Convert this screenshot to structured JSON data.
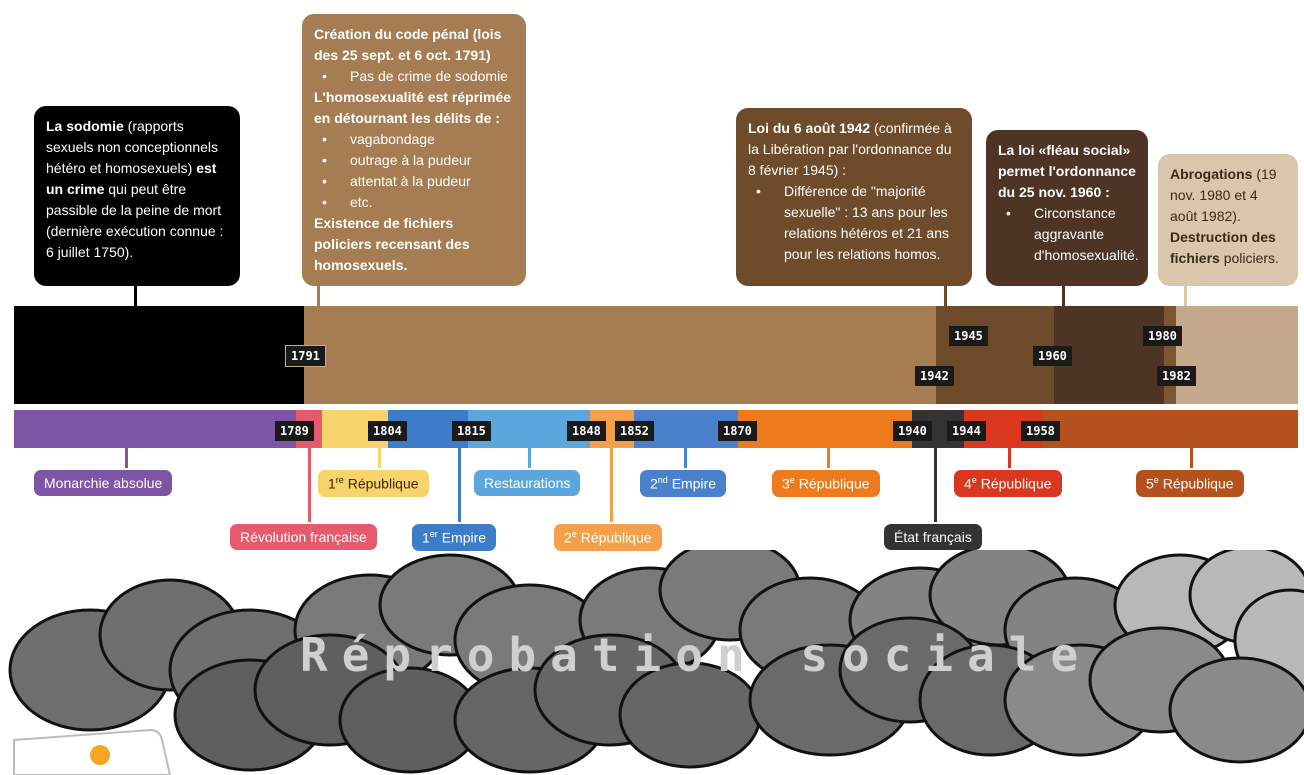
{
  "callouts": {
    "sodomie": {
      "title": "La sodomie",
      "text1": " (rapports sexuels non conceptionnels hétéro et homosexuels) ",
      "bold2": "est un crime",
      "text2": " qui peut être passible de la peine de mort (dernière exécution connue : 6 juillet 1750)."
    },
    "code_penal": {
      "title": "Création du code pénal (lois des 25 sept. et 6 oct. 1791)",
      "item1": "Pas de crime de sodomie",
      "subtitle": "L'homosexualité est réprimée en détournant les délits de :",
      "items": [
        "vagabondage",
        "outrage à la pudeur",
        "attentat à la pudeur",
        "etc."
      ],
      "footer": "Existence de fichiers policiers recensant des homosexuels."
    },
    "loi_1942": {
      "title": "Loi du 6 août 1942",
      "text": " (confirmée à la Libération par l'ordonnance du 8 février 1945) :",
      "item": "Différence de \"majorité sexuelle\" : 13 ans pour les relations hétéros et 21 ans pour les relations homos."
    },
    "fleau": {
      "title": "La loi «fléau social» permet l'ordonnance du 25 nov. 1960 :",
      "item": "Circonstance aggravante d'homosexualité."
    },
    "abrogations": {
      "title": "Abrogations",
      "text": " (19 nov. 1980 et 4 août 1982). ",
      "bold2": "Destruction des fichiers",
      "text2": " policiers."
    }
  },
  "legal_years": [
    "1791",
    "1945",
    "1942",
    "1960",
    "1980",
    "1982"
  ],
  "regime_years": [
    "1789",
    "1804",
    "1815",
    "1848",
    "1852",
    "1870",
    "1940",
    "1944",
    "1958"
  ],
  "regimes": [
    "Monarchie absolue",
    "1re République",
    "Restaurations",
    "2nd Empire",
    "3e République",
    "4e République",
    "5e République",
    "Révolution française",
    "1er Empire",
    "2e République",
    "État français"
  ],
  "regime_labels": {
    "r1": {
      "num": "1",
      "sup": "re",
      "rest": " République"
    },
    "r2nd": {
      "num": "2",
      "sup": "nd",
      "rest": " Empire"
    },
    "r3": {
      "num": "3",
      "sup": "e",
      "rest": " République"
    },
    "r4": {
      "num": "4",
      "sup": "e",
      "rest": " République"
    },
    "r5": {
      "num": "5",
      "sup": "e",
      "rest": " République"
    },
    "e1": {
      "num": "1",
      "sup": "er",
      "rest": " Empire"
    },
    "r2": {
      "num": "2",
      "sup": "e",
      "rest": " République"
    }
  },
  "plain_labels": {
    "monarchie": "Monarchie absolue",
    "restaurations": "Restaurations",
    "revolution": "Révolution française",
    "etat": "État français"
  },
  "cloud_title": "Réprobation sociale",
  "colors": {
    "black": "#000000",
    "brown": "#a67c52",
    "dark_brown": "#6e4b2a",
    "darker_brown": "#4e3425",
    "light_brown": "#c6a98b",
    "monarchie": "#7d55a4",
    "revolution": "#e55a6c",
    "r1": "#f7d36b",
    "empire1": "#3d7cc9",
    "restaurations": "#5aa6dd",
    "r2": "#f4a04a",
    "empire2": "#4a80cc",
    "r3": "#ee7a1e",
    "etat": "#333333",
    "r4": "#d9381e",
    "r5": "#b5511c"
  }
}
